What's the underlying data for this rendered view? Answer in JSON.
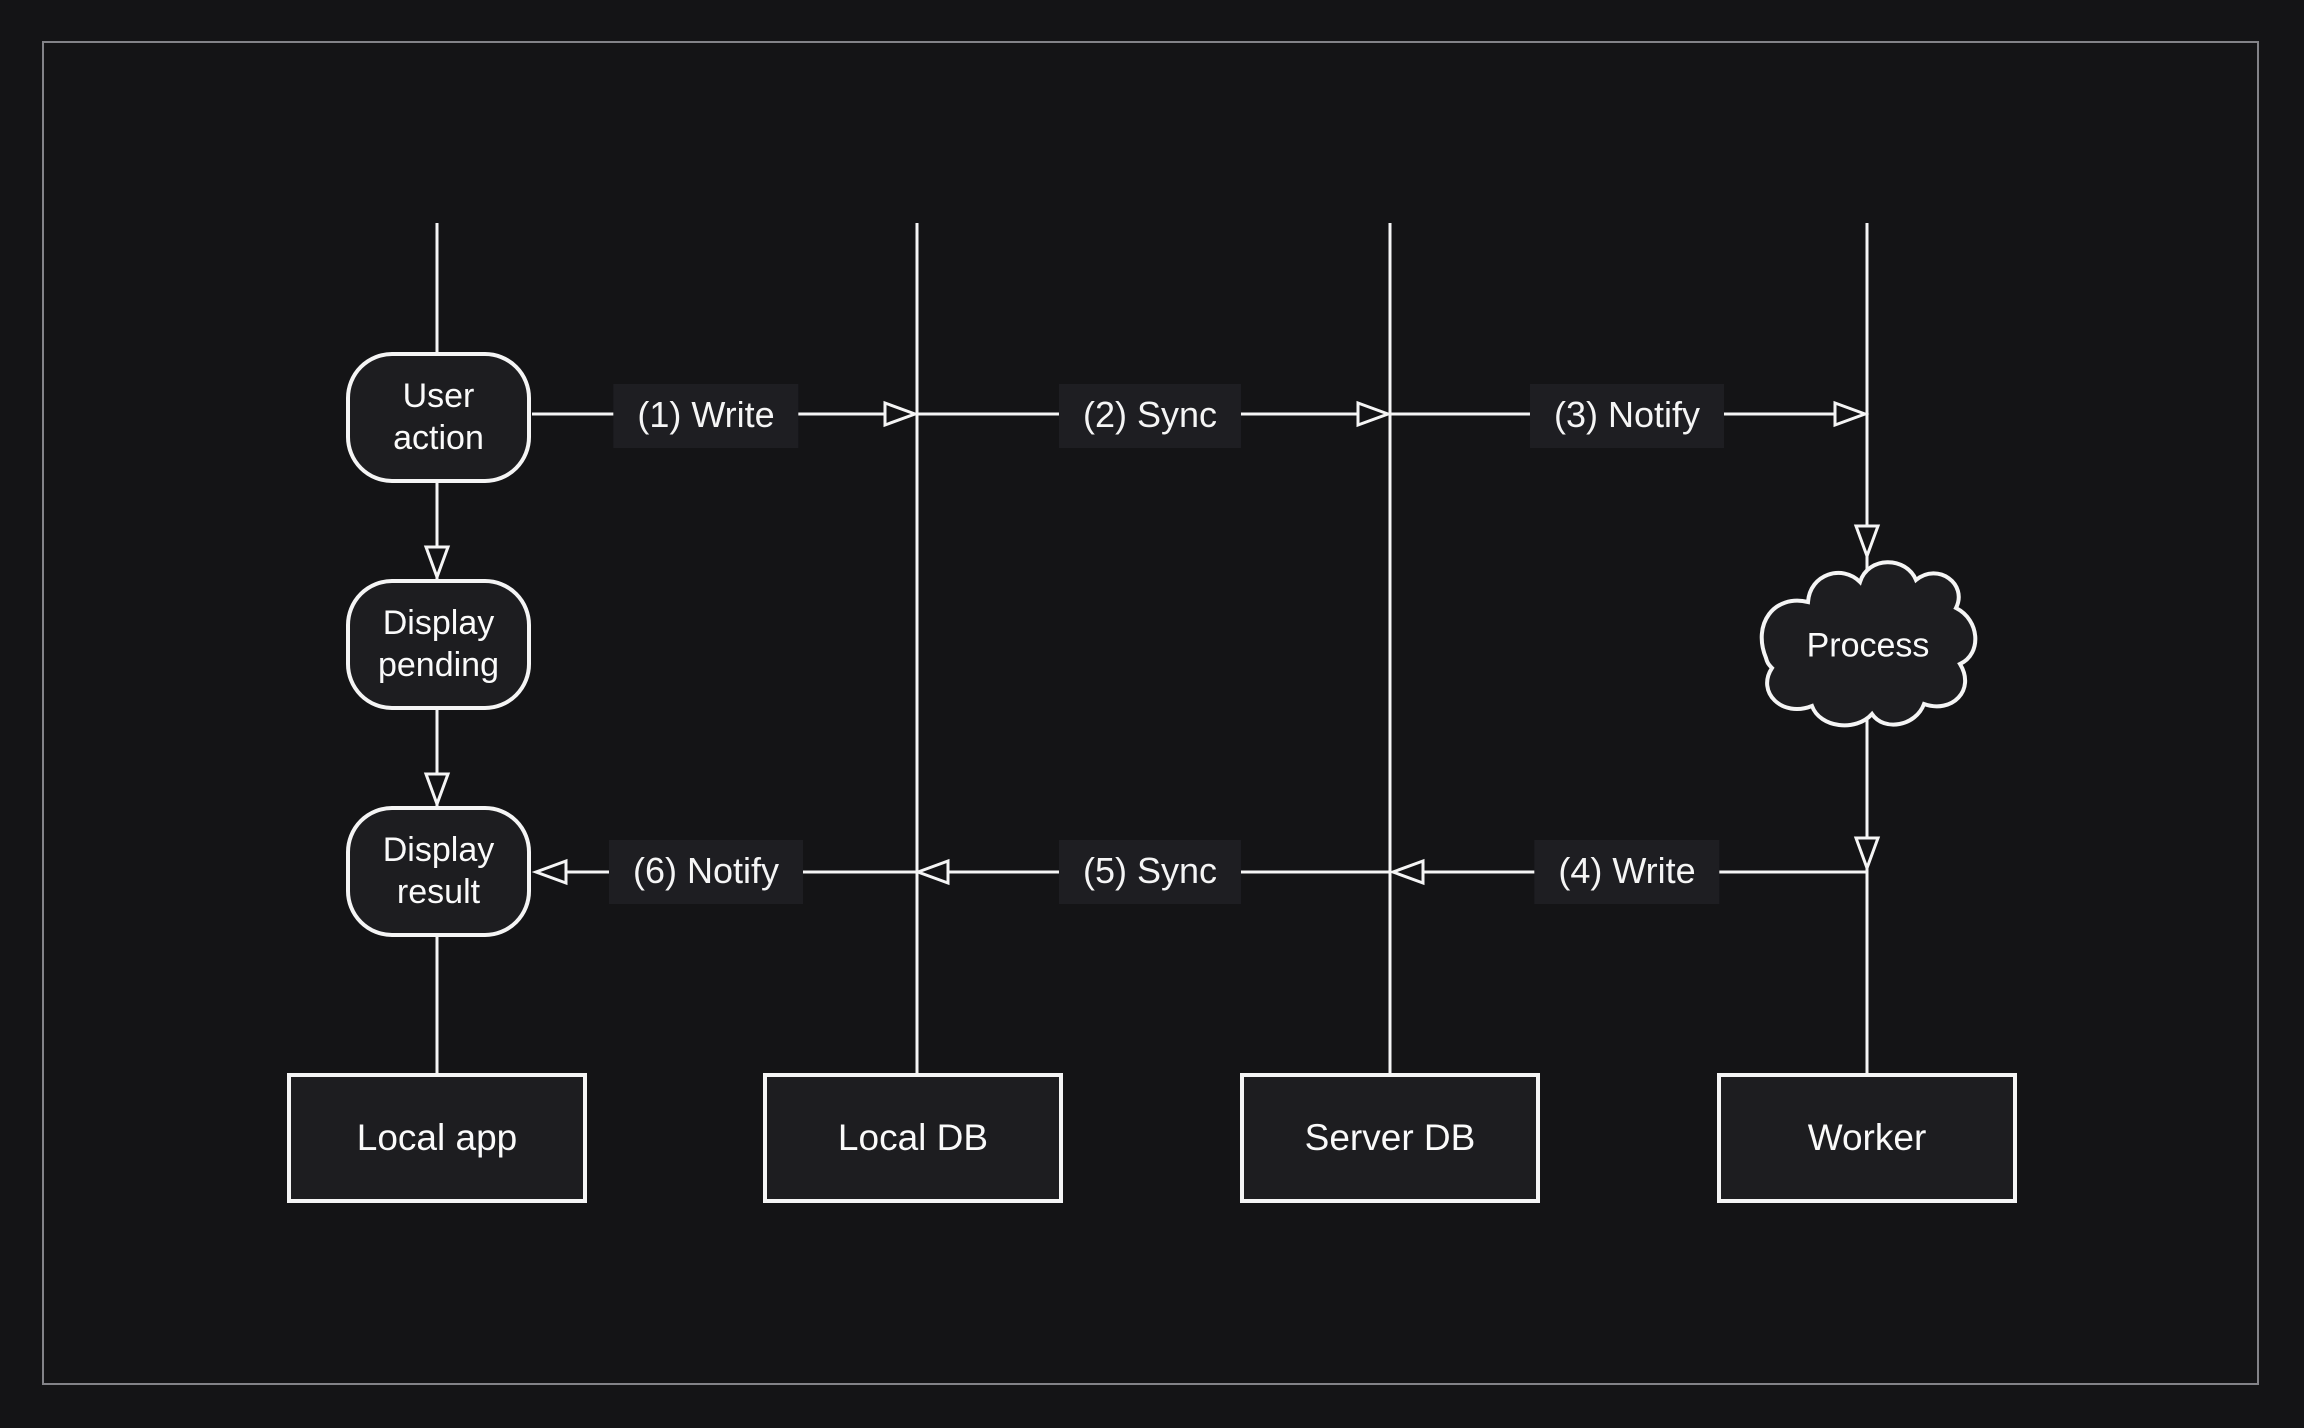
{
  "colors": {
    "background": "#141416",
    "frame_border": "#838388",
    "shape_fill": "#1d1d20",
    "stroke": "#f5f5f5",
    "label_background": "#1e1e22",
    "text": "#fafafa"
  },
  "diagram": {
    "nodes": [
      {
        "id": "user-action",
        "label": "User action"
      },
      {
        "id": "display-pending",
        "label": "Display pending"
      },
      {
        "id": "display-result",
        "label": "Display result"
      },
      {
        "id": "process",
        "label": "Process",
        "shape": "cloud"
      }
    ],
    "lanes": [
      {
        "label": "Local app"
      },
      {
        "label": "Local DB"
      },
      {
        "label": "Server DB"
      },
      {
        "label": "Worker"
      }
    ],
    "arrows": [
      {
        "label": "(1) Write",
        "from": "Local app",
        "to": "Local DB"
      },
      {
        "label": "(2) Sync",
        "from": "Local DB",
        "to": "Server DB"
      },
      {
        "label": "(3) Notify",
        "from": "Server DB",
        "to": "Worker"
      },
      {
        "label": "(4) Write",
        "from": "Worker",
        "to": "Server DB"
      },
      {
        "label": "(5) Sync",
        "from": "Server DB",
        "to": "Local DB"
      },
      {
        "label": "(6) Notify",
        "from": "Local DB",
        "to": "Display result"
      }
    ]
  }
}
